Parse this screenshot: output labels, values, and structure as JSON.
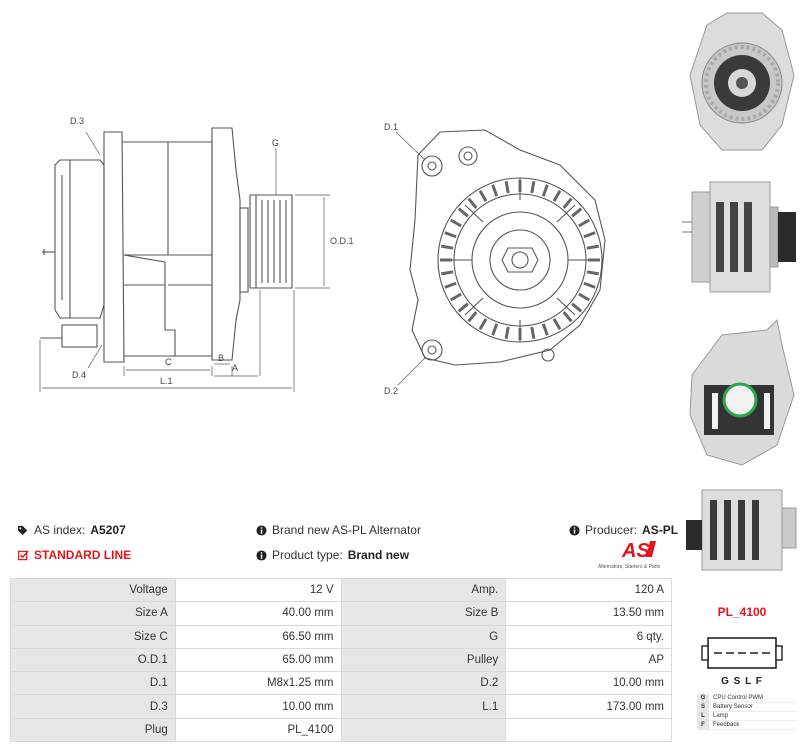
{
  "drawing": {
    "labels": {
      "d3": "D.3",
      "d4": "D.4",
      "g": "G",
      "od1": "O.D.1",
      "c": "C",
      "b": "B",
      "a": "A",
      "l1": "L.1",
      "d1": "D.1",
      "d2": "D.2"
    }
  },
  "info": {
    "as_index_label": "AS index:",
    "as_index_value": "A5207",
    "line": "STANDARD LINE",
    "brand_text": "Brand new AS-PL Alternator",
    "product_type_label": "Product type:",
    "product_type_value": "Brand new",
    "producer_label": "Producer:",
    "producer_value": "AS-PL",
    "logo_text": "AS",
    "logo_tagline": "Alternators, Starters & Parts"
  },
  "specs": [
    {
      "label": "Voltage",
      "value": "12 V",
      "label2": "Amp.",
      "value2": "120 A"
    },
    {
      "label": "Size A",
      "value": "40.00 mm",
      "label2": "Size B",
      "value2": "13.50 mm"
    },
    {
      "label": "Size C",
      "value": "66.50 mm",
      "label2": "G",
      "value2": "6 qty."
    },
    {
      "label": "O.D.1",
      "value": "65.00 mm",
      "label2": "Pulley",
      "value2": "AP"
    },
    {
      "label": "D.1",
      "value": "M8x1.25 mm",
      "label2": "D.2",
      "value2": "10.00 mm"
    },
    {
      "label": "D.3",
      "value": "10.00 mm",
      "label2": "L.1",
      "value2": "173.00 mm"
    },
    {
      "label": "Plug",
      "value": "PL_4100",
      "label2": "",
      "value2": ""
    }
  ],
  "plug": {
    "title": "PL_4100",
    "pins": "G S L F",
    "legend": [
      {
        "key": "G",
        "desc": "CPU Control PWM"
      },
      {
        "key": "S",
        "desc": "Battery Sensor"
      },
      {
        "key": "L",
        "desc": "Lamp"
      },
      {
        "key": "F",
        "desc": "Feedback"
      }
    ]
  },
  "colors": {
    "accent": "#e3151a",
    "line": "#555555",
    "label_bg": "#e6e6e6"
  }
}
